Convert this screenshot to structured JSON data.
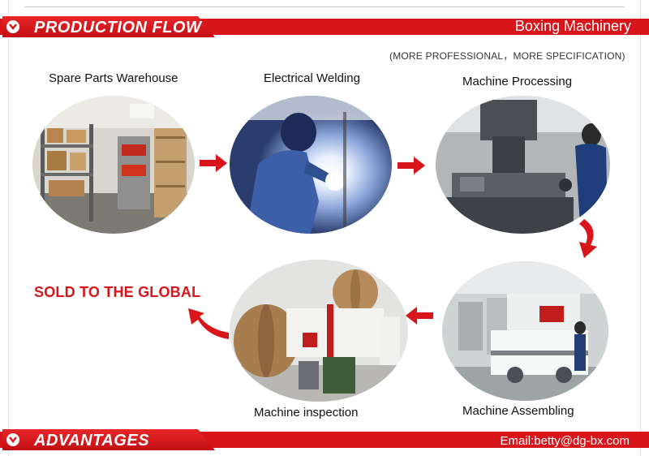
{
  "sections": {
    "production": {
      "title": "PRODUCTION FLOW",
      "right_text": "Boxing Machinery"
    },
    "advantages": {
      "title": "ADVANTAGES",
      "right_text": "Email:betty@dg-bx.com"
    }
  },
  "subtitle": "(MORE PROFESSIONAL，MORE SPECIFICATION)",
  "steps": [
    {
      "label": "Spare Parts Warehouse"
    },
    {
      "label": "Electrical Welding"
    },
    {
      "label": "Machine Processing"
    },
    {
      "label": "Machine Assembling"
    },
    {
      "label": "Machine inspection"
    }
  ],
  "sold_text": "SOLD TO THE GLOBAL",
  "colors": {
    "brand_red": "#d8151a",
    "white": "#ffffff"
  },
  "icons": {
    "section_marker": "chevron-down-circle-icon",
    "flow_arrow": "arrow-right-icon"
  }
}
